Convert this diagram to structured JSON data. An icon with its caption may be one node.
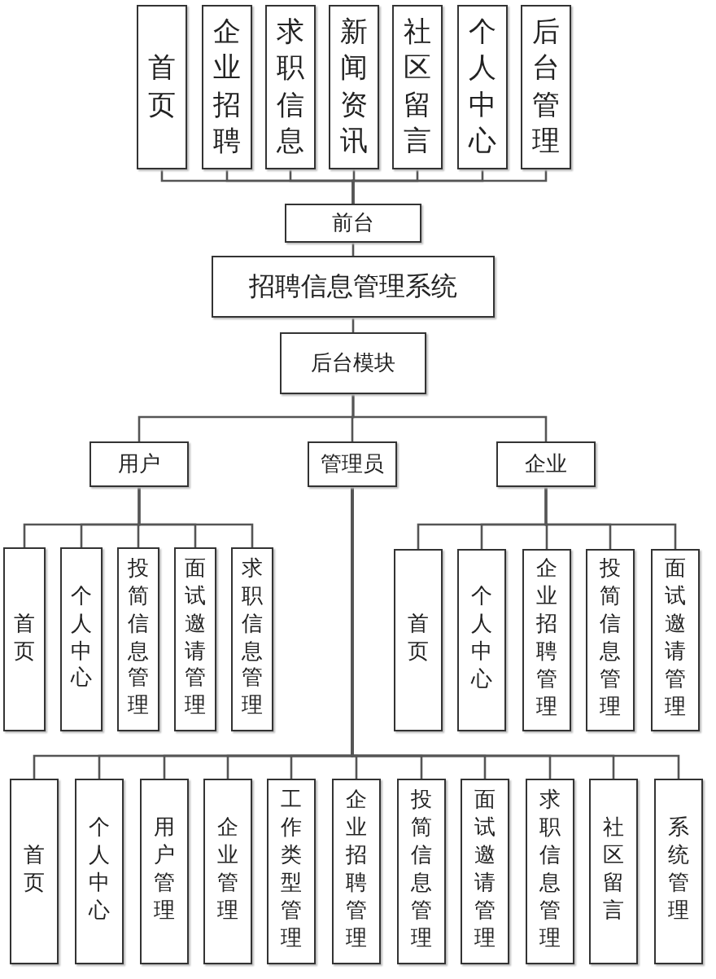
{
  "diagram": {
    "nodes": [
      {
        "text": [
          "首页"
        ]
      },
      {
        "text": [
          "企业招聘"
        ]
      },
      {
        "text": [
          "求职信息"
        ]
      },
      {
        "text": [
          "新闻资讯"
        ]
      },
      {
        "text": [
          "社区留言"
        ]
      },
      {
        "text": [
          "个人中心"
        ]
      },
      {
        "text": [
          "后台管理"
        ]
      },
      {
        "text": [
          "前台"
        ]
      },
      {
        "text": [
          "招聘信息管理系统"
        ]
      },
      {
        "text": [
          "后台模块"
        ]
      },
      {
        "text": [
          "用户"
        ]
      },
      {
        "text": [
          "管理员"
        ]
      },
      {
        "text": [
          "企业"
        ]
      },
      {
        "text": [
          "首页"
        ]
      },
      {
        "text": [
          "个人中心"
        ]
      },
      {
        "text": [
          "投简信息管理"
        ]
      },
      {
        "text": [
          "面试邀请管理"
        ]
      },
      {
        "text": [
          "求职信息管理"
        ]
      },
      {
        "text": [
          "首页"
        ]
      },
      {
        "text": [
          "个人中心"
        ]
      },
      {
        "text": [
          "企业招聘管理"
        ]
      },
      {
        "text": [
          "投简信息管理"
        ]
      },
      {
        "text": [
          "面试邀请管理"
        ]
      },
      {
        "text": [
          "首页"
        ]
      },
      {
        "text": [
          "个人中心"
        ]
      },
      {
        "text": [
          "用户管理"
        ]
      },
      {
        "text": [
          "企业管理"
        ]
      },
      {
        "text": [
          "工作类型管理"
        ]
      },
      {
        "text": [
          "企业招聘管理"
        ]
      },
      {
        "text": [
          "投简信息管理"
        ]
      },
      {
        "text": [
          "面试邀请管理"
        ]
      },
      {
        "text": [
          "求职信息管理"
        ]
      },
      {
        "text": [
          "社区留言"
        ]
      },
      {
        "text": [
          "系统管理"
        ]
      }
    ],
    "edges": [
      {
        "from": 7,
        "to": 0,
        "arrow": "none"
      },
      {
        "from": 7,
        "to": 1,
        "arrow": "none"
      },
      {
        "from": 7,
        "to": 2,
        "arrow": "none"
      },
      {
        "from": 7,
        "to": 3,
        "arrow": "none"
      },
      {
        "from": 7,
        "to": 4,
        "arrow": "none"
      },
      {
        "from": 7,
        "to": 5,
        "arrow": "none"
      },
      {
        "from": 7,
        "to": 6,
        "arrow": "none"
      },
      {
        "from": 7,
        "to": 8,
        "arrow": "none"
      },
      {
        "from": 8,
        "to": 9,
        "arrow": "none"
      },
      {
        "from": 9,
        "to": 10,
        "arrow": "none"
      },
      {
        "from": 9,
        "to": 11,
        "arrow": "none"
      },
      {
        "from": 9,
        "to": 12,
        "arrow": "none"
      },
      {
        "from": 10,
        "to": 13,
        "arrow": "none"
      },
      {
        "from": 10,
        "to": 14,
        "arrow": "none"
      },
      {
        "from": 10,
        "to": 15,
        "arrow": "none"
      },
      {
        "from": 10,
        "to": 16,
        "arrow": "none"
      },
      {
        "from": 10,
        "to": 17,
        "arrow": "none"
      },
      {
        "from": 12,
        "to": 18,
        "arrow": "none"
      },
      {
        "from": 12,
        "to": 19,
        "arrow": "none"
      },
      {
        "from": 12,
        "to": 20,
        "arrow": "none"
      },
      {
        "from": 12,
        "to": 21,
        "arrow": "none"
      },
      {
        "from": 12,
        "to": 22,
        "arrow": "none"
      },
      {
        "from": 11,
        "to": 23,
        "arrow": "none"
      },
      {
        "from": 11,
        "to": 24,
        "arrow": "none"
      },
      {
        "from": 11,
        "to": 25,
        "arrow": "none"
      },
      {
        "from": 11,
        "to": 26,
        "arrow": "none"
      },
      {
        "from": 11,
        "to": 27,
        "arrow": "none"
      },
      {
        "from": 11,
        "to": 28,
        "arrow": "none"
      },
      {
        "from": 11,
        "to": 29,
        "arrow": "none"
      },
      {
        "from": 11,
        "to": 30,
        "arrow": "none"
      },
      {
        "from": 11,
        "to": 31,
        "arrow": "none"
      },
      {
        "from": 11,
        "to": 32,
        "arrow": "none"
      },
      {
        "from": 11,
        "to": 33,
        "arrow": "none"
      }
    ]
  }
}
